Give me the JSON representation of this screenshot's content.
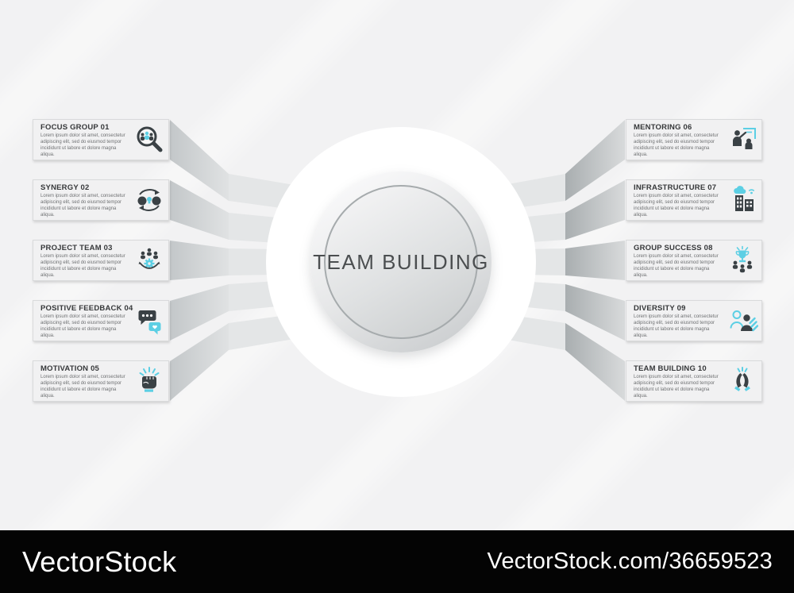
{
  "center": {
    "title": "TEAM BUILDING"
  },
  "cards": [
    {
      "title": "FOCUS GROUP 01",
      "body": "Lorem ipsum dolor sit amet, consectetur adipiscing elit, sed do eiusmod tempor incididunt ut labore et dolore magna aliqua.",
      "icon": "magnifier-people-icon",
      "side": "left"
    },
    {
      "title": "SYNERGY 02",
      "body": "Lorem ipsum dolor sit amet, consectetur adipiscing elit, sed do eiusmod tempor incididunt ut labore et dolore magna aliqua.",
      "icon": "synergy-heads-icon",
      "side": "left"
    },
    {
      "title": "PROJECT TEAM 03",
      "body": "Lorem ipsum dolor sit amet, consectetur adipiscing elit, sed do eiusmod tempor incididunt ut labore et dolore magna aliqua.",
      "icon": "team-gear-icon",
      "side": "left"
    },
    {
      "title": "POSITIVE FEEDBACK 04",
      "body": "Lorem ipsum dolor sit amet, consectetur adipiscing elit, sed do eiusmod tempor incididunt ut labore et dolore magna aliqua.",
      "icon": "feedback-bubbles-icon",
      "side": "left"
    },
    {
      "title": "MOTIVATION 05",
      "body": "Lorem ipsum dolor sit amet, consectetur adipiscing elit, sed do eiusmod tempor incididunt ut labore et dolore magna aliqua.",
      "icon": "fist-rays-icon",
      "side": "left"
    },
    {
      "title": "MENTORING 06",
      "body": "Lorem ipsum dolor sit amet, consectetur adipiscing elit, sed do eiusmod tempor incididunt ut labore et dolore magna aliqua.",
      "icon": "mentoring-presentation-icon",
      "side": "right"
    },
    {
      "title": "INFRASTRUCTURE 07",
      "body": "Lorem ipsum dolor sit amet, consectetur adipiscing elit, sed do eiusmod tempor incididunt ut labore et dolore magna aliqua.",
      "icon": "buildings-cloud-icon",
      "side": "right"
    },
    {
      "title": "GROUP SUCCESS 08",
      "body": "Lorem ipsum dolor sit amet, consectetur adipiscing elit, sed do eiusmod tempor incididunt ut labore et dolore magna aliqua.",
      "icon": "trophy-team-icon",
      "side": "right"
    },
    {
      "title": "DIVERSITY 09",
      "body": "Lorem ipsum dolor sit amet, consectetur adipiscing elit, sed do eiusmod tempor incididunt ut labore et dolore magna aliqua.",
      "icon": "diversity-people-icon",
      "side": "right"
    },
    {
      "title": "TEAM BUILDING 10",
      "body": "Lorem ipsum dolor sit amet, consectetur adipiscing elit, sed do eiusmod tempor incididunt ut labore et dolore magna aliqua.",
      "icon": "clapping-hands-icon",
      "side": "right"
    }
  ],
  "watermark": {
    "brand": "VectorStock",
    "site_id": "VectorStock.com/36659523"
  },
  "colors": {
    "accent_cyan": "#5ccfe4",
    "icon_dark": "#3a4145",
    "band_gray": "#e4e6e7",
    "footer_black": "#040404"
  }
}
